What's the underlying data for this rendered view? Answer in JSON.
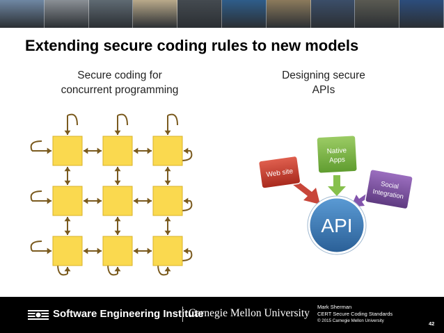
{
  "banner": {
    "tiles": [
      {
        "label": "city-skyline-photo",
        "color": "#6f87a3"
      },
      {
        "label": "gears-photo",
        "color": "#8a8f95"
      },
      {
        "label": "engine-photo",
        "color": "#5f6a73"
      },
      {
        "label": "industrial-photo",
        "color": "#b9a98a"
      },
      {
        "label": "gear-photo",
        "color": "#444a50"
      },
      {
        "label": "blue-tech-photo",
        "color": "#2e5d8a"
      },
      {
        "label": "power-lines-photo",
        "color": "#8b7a5c"
      },
      {
        "label": "network-photo",
        "color": "#3b4e69"
      },
      {
        "label": "keyboard-photo",
        "color": "#5a5a52"
      },
      {
        "label": "lock-photo",
        "color": "#2c4d7c"
      }
    ]
  },
  "slide": {
    "title": "Extending secure coding rules to new models",
    "left_heading": [
      "Secure coding for",
      "concurrent programming"
    ],
    "right_heading": [
      "Designing secure",
      "APIs"
    ]
  },
  "grid_diagram": {
    "rows": 3,
    "cols": 3,
    "box_color": "#fad94f",
    "box_border": "#d8b22a",
    "arrow_color": "#7a5a1e"
  },
  "api_diagram": {
    "center": {
      "label": "API",
      "color": "#2f6fa8"
    },
    "boxes": [
      {
        "label": "Web site",
        "color": "#c0392b"
      },
      {
        "label_lines": [
          "Native",
          "Apps"
        ],
        "color": "#7cb342"
      },
      {
        "label_lines": [
          "Social",
          "Integration"
        ],
        "color": "#7b4ea0"
      }
    ]
  },
  "footer": {
    "org": "Software Engineering Institute",
    "university": "Carnegie Mellon University",
    "author": "Mark Sherman",
    "talk": "CERT Secure Coding Standards",
    "copyright": "© 2015 Carnegie Mellon University",
    "page": "42",
    "bg": "#000000"
  }
}
